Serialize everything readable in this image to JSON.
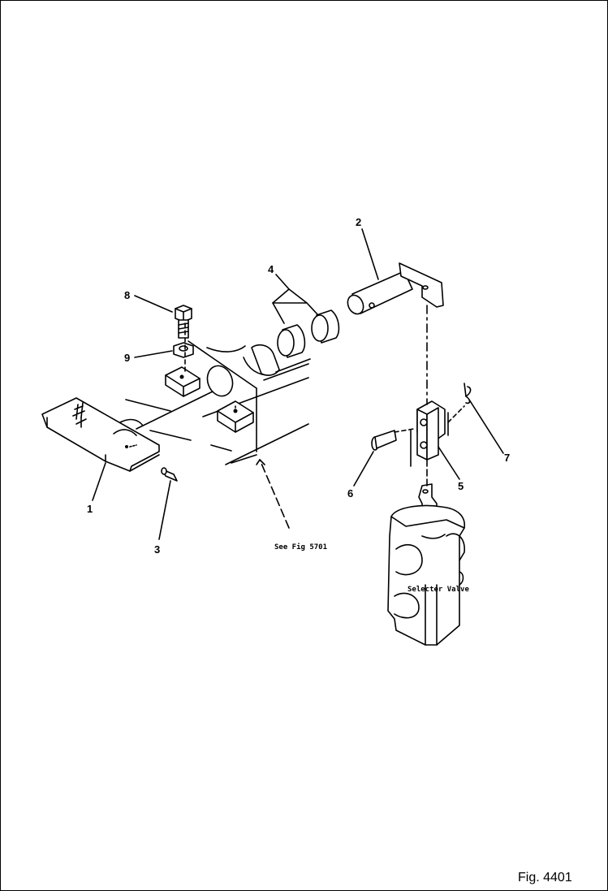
{
  "callouts": {
    "p1": "1",
    "p2": "2",
    "p3": "3",
    "p4": "4",
    "p5": "5",
    "p6": "6",
    "p7": "7",
    "p8": "8",
    "p9": "9"
  },
  "notes": {
    "see_fig": "See Fig 5701",
    "valve": "Selecter Valve"
  },
  "figure_label": "Fig. 4401"
}
